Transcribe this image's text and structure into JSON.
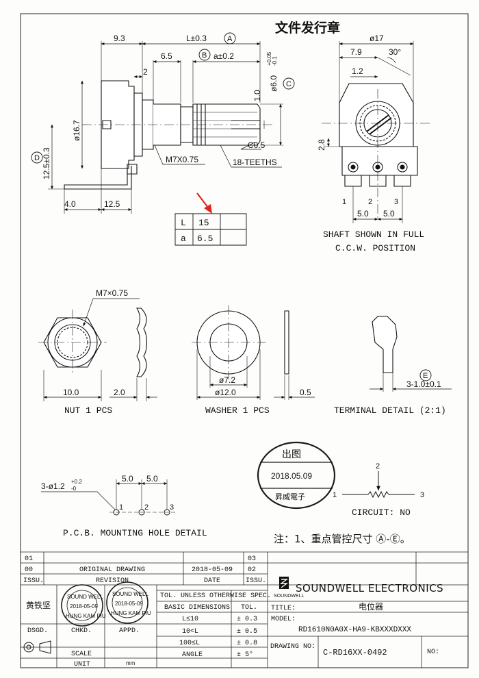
{
  "stamp_title": "文件发行章",
  "colors": {
    "ink": "#111111",
    "arrow": "#e0231b",
    "paper": "#fdfdfb",
    "stamp": "#1b1b1b"
  },
  "main_view": {
    "dims": {
      "d93": "9.3",
      "length": "L±0.3",
      "a_dim": "a±0.2",
      "d65": "6.5",
      "d2": "2",
      "d10": "1.0",
      "shaft_dia": "ø6.0",
      "shaft_tol_up": "+0.05",
      "shaft_tol_dn": "-0.1",
      "body_dia": "ø16.7",
      "height": "12.5±0.3",
      "d40": "4.0",
      "d125": "12.5",
      "thread": "M7X0.75",
      "chamfer": "C0.5",
      "teeth": "18-TEETHS"
    },
    "markers": {
      "A": "A",
      "B": "B",
      "C": "C",
      "D": "D"
    }
  },
  "spec_table": [
    {
      "label": "L",
      "value": "15"
    },
    {
      "label": "a",
      "value": "6.5"
    }
  ],
  "front_view": {
    "dims": {
      "d17": "ø17",
      "d79": "7.9",
      "angle": "30°",
      "d12": "1.2",
      "d28": "2.8",
      "p5a": "5.0",
      "p5b": "5.0"
    },
    "pins": [
      "1",
      "2",
      "3"
    ],
    "caption_1": "SHAFT SHOWN IN FULL",
    "caption_2": "C.C.W. POSITION"
  },
  "nut": {
    "thread": "M7×0.75",
    "d10": "10.0",
    "d2": "2.0",
    "caption": "NUT 1 PCS"
  },
  "washer": {
    "d72": "ø7.2",
    "d12": "ø12.0",
    "d05": "0.5",
    "caption": "WASHER  1 PCS"
  },
  "terminal": {
    "marker": "E",
    "dim": "3-1.0±0.1",
    "caption": "TERMINAL DETAIL (2:1)"
  },
  "pcb": {
    "holes": "3-ø1.2",
    "tol_up": "+0.2",
    "tol_dn": "-0",
    "p1": "5.0",
    "p2": "5.0",
    "pins": [
      "1",
      "2",
      "3"
    ],
    "caption": "P.C.B. MOUNTING HOLE DETAIL"
  },
  "circuit": {
    "caption": "CIRCUIT: NO",
    "p1": "1",
    "p2": "2",
    "p3": "3"
  },
  "release_stamp": {
    "top": "出图",
    "date": "2018.05.09",
    "bottom": "昇威電子"
  },
  "note": "注：1、重点管控尺寸 Ⓐ-Ⓔ。",
  "title_block": {
    "rev_rows": [
      {
        "rev": "01",
        "desc": "",
        "date": "",
        "sheet": "03"
      },
      {
        "rev": "00",
        "desc": "ORIGINAL  DRAWING",
        "date": "2018-05-09",
        "sheet": "02"
      }
    ],
    "hdr_issu": "ISSU.",
    "hdr_revision": "REVISION",
    "hdr_date": "DATE",
    "hdr_issu2": "ISSU.",
    "designer": "黄铁坚",
    "dsgd": "DSGD.",
    "chkd": "CHKD.",
    "appd": "APPD.",
    "scale_label": "SCALE",
    "unit_label": "UNIT",
    "unit_value": "mm",
    "tol_title": "TOL. UNLESS OTHERWISE SPEC.",
    "tol_hdr_dim": "BASIC DIMENSIONS",
    "tol_hdr_tol": "TOL.",
    "tol_rows": [
      {
        "dim": "L≤10",
        "tol": "± 0.3"
      },
      {
        "dim": "10<L",
        "tol": "± 0.5"
      },
      {
        "dim": "100≤L",
        "tol": "± 0.8"
      },
      {
        "dim": "ANGLE",
        "tol": "± 5°"
      }
    ],
    "company": "SOUNDWELL ELECTRONICS",
    "logo_text": "SOUNDWELL",
    "title_label": "TITLE:",
    "title_value": "电位器",
    "model_label": "MODEL:",
    "model_value": "RD1610N0A0X-HA9-KBXXXDXXX",
    "drawing_label": "DRAWING NO:",
    "drawing_value": "C-RD16XX-0492",
    "no_label": "NO:",
    "seal_text_1": "SOUND WELL",
    "seal_date": "2018-05-09",
    "seal_text_2": "HUNG KAM PIU"
  }
}
